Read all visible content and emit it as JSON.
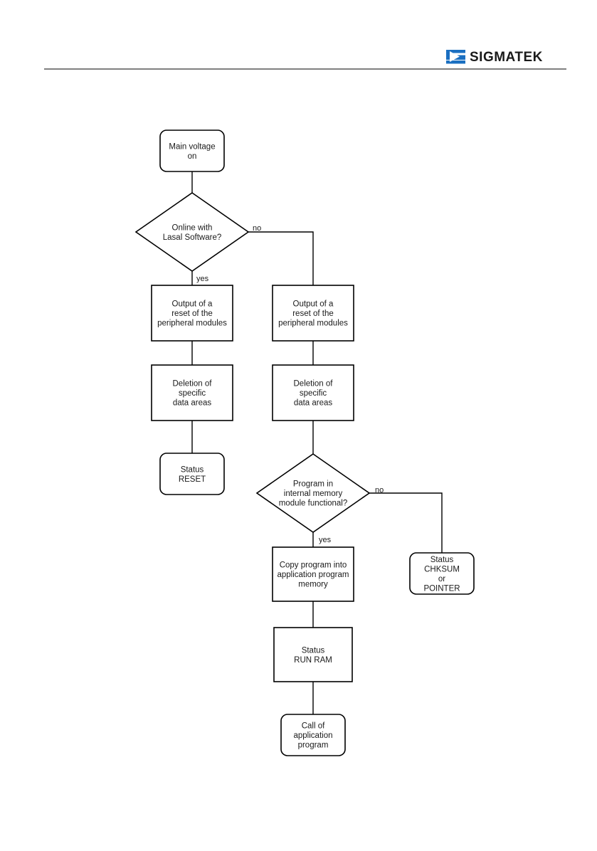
{
  "header": {
    "logo_text": "SIGMATEK",
    "colors": {
      "logo_mark": "#1a6fc1",
      "logo_text": "#1a1a1a",
      "rule": "#000000"
    }
  },
  "flowchart": {
    "nodes": [
      {
        "id": "main_voltage",
        "shape": "rounded",
        "lines": [
          "Main voltage",
          "on"
        ]
      },
      {
        "id": "online_check",
        "shape": "diamond",
        "lines": [
          "Online with",
          "Lasal Software?"
        ]
      },
      {
        "id": "reset_left",
        "shape": "rect",
        "lines": [
          "Output of a",
          "reset of the",
          "peripheral modules"
        ]
      },
      {
        "id": "reset_right",
        "shape": "rect",
        "lines": [
          "Output of a",
          "reset of the",
          "peripheral modules"
        ]
      },
      {
        "id": "delete_left",
        "shape": "rect",
        "lines": [
          "Deletion of",
          "specific",
          "data areas"
        ]
      },
      {
        "id": "delete_right",
        "shape": "rect",
        "lines": [
          "Deletion of",
          "specific",
          "data areas"
        ]
      },
      {
        "id": "status_reset",
        "shape": "rounded",
        "lines": [
          "Status",
          "RESET"
        ]
      },
      {
        "id": "program_check",
        "shape": "diamond",
        "lines": [
          "Program in",
          "internal memory",
          "module functional?"
        ]
      },
      {
        "id": "copy_program",
        "shape": "rect",
        "lines": [
          "Copy program into",
          "application program",
          "memory"
        ]
      },
      {
        "id": "status_chksum",
        "shape": "rounded",
        "lines": [
          "Status",
          "CHKSUM",
          "or",
          "POINTER"
        ]
      },
      {
        "id": "status_run_ram",
        "shape": "rect",
        "lines": [
          "Status",
          "RUN RAM"
        ]
      },
      {
        "id": "call_program",
        "shape": "rounded",
        "lines": [
          "Call of",
          "application",
          "program"
        ]
      }
    ],
    "edge_labels": {
      "online_yes": "yes",
      "online_no": "no",
      "program_yes": "yes",
      "program_no": "no"
    },
    "colors": {
      "stroke": "#000000",
      "fill": "#ffffff",
      "text": "#1a1a1a"
    }
  }
}
